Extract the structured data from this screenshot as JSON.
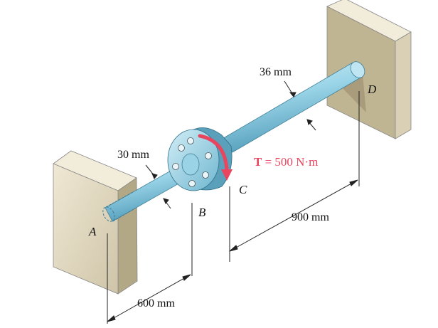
{
  "labels": {
    "point_a": "A",
    "point_b": "B",
    "point_c": "C",
    "point_d": "D",
    "diameter_left": "30 mm",
    "diameter_right": "36 mm",
    "length_ab": "600 mm",
    "length_cd": "900 mm"
  },
  "torque": {
    "symbol": "T",
    "equals": " = 500 N·m"
  },
  "colors": {
    "torque": "#e8455f",
    "shaft": "#8fd0e6",
    "wall": "#e2d9c2"
  }
}
